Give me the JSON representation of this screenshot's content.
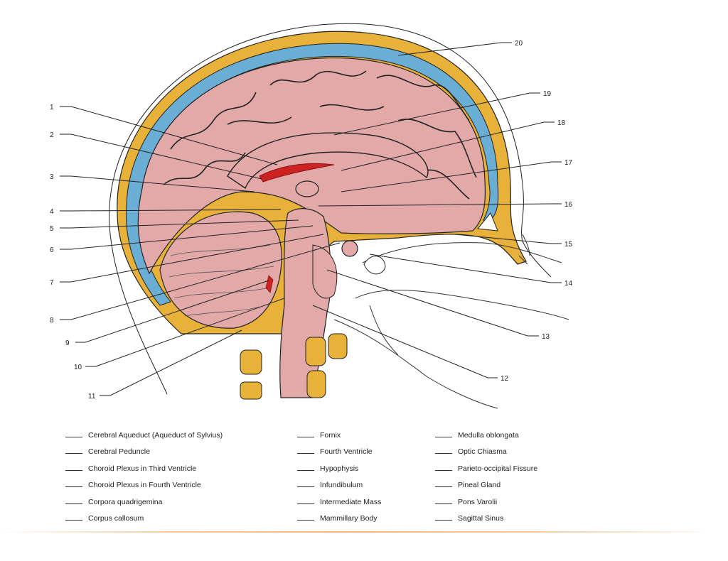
{
  "diagram": {
    "labels": [
      "1",
      "2",
      "3",
      "4",
      "5",
      "6",
      "7",
      "8",
      "9",
      "10",
      "11",
      "12",
      "13",
      "14",
      "15",
      "16",
      "17",
      "18",
      "19",
      "20"
    ]
  },
  "terms": {
    "column1": [
      "Cerebral Aqueduct (Aqueduct of Sylvius)",
      "Cerebral Peduncle",
      "Choroid Plexus in Third Ventricle",
      "Choroid Plexus in Fourth Ventricle",
      "Corpora quadrigemina",
      "Corpus callosum"
    ],
    "column2": [
      "Fornix",
      "Fourth Ventricle",
      "Hypophysis",
      "Infundibulum",
      "Intermediate Mass",
      "Mammillary Body"
    ],
    "column3": [
      "Medulla oblongata",
      "Optic Chiasma",
      "Parieto-occipital Fissure",
      "Pineal Gland",
      "Pons Varolii",
      "Sagittal Sinus"
    ]
  },
  "colors": {
    "brain": "#e3a9a9",
    "skull": "#e8b23a",
    "sinus": "#6aaed6",
    "choroid": "#cc2222",
    "outline": "#222222"
  }
}
